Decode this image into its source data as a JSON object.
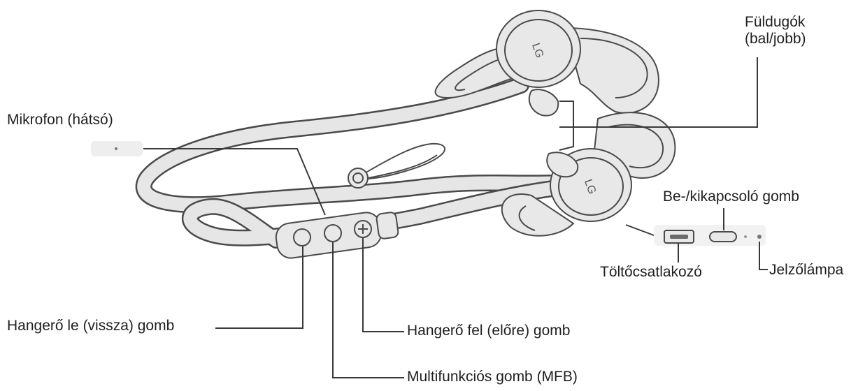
{
  "labels": {
    "earbuds_line1": "Füldugók",
    "earbuds_line2": "(bal/jobb)",
    "mic": "Mikrofon (hátsó)",
    "power": "Be-/kikapcsoló gomb",
    "charger": "Töltőcsatlakozó",
    "indicator": "Jelzőlámpa",
    "vol_down": "Hangerő le (vissza) gomb",
    "vol_up": "Hangerő fel (előre) gomb",
    "mfb": "Multifunkciós gomb (MFB)"
  },
  "logo": "LG",
  "colors": {
    "body_fill": "#e4e4e4",
    "body_stroke": "#4a4a4a",
    "leader": "#3a3a3a"
  }
}
